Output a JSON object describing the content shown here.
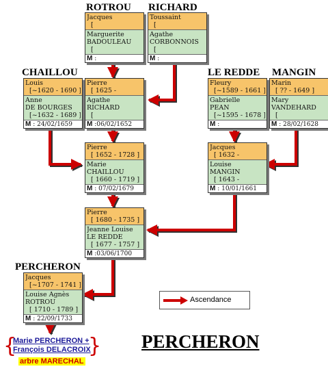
{
  "families": {
    "rotrou": "ROTROU",
    "richard": "RICHARD",
    "chaillou": "CHAILLOU",
    "le_redde": "LE REDDE",
    "mangin": "MANGIN",
    "percheron": "PERCHERON"
  },
  "couples": {
    "rotrou": {
      "h1": "Jacques",
      "h2": "[",
      "w1": "Marguerite",
      "w2": "BADOULEAU",
      "w3": "[",
      "m": "M",
      "md": " :"
    },
    "richard": {
      "h1": "Toussaint",
      "h2": "[",
      "w1": "Agathe",
      "w2": "CORBONNOIS",
      "w3": "[",
      "m": "M",
      "md": " :"
    },
    "chaillou": {
      "h1": "Louis",
      "h2": "[~1620 - 1690 ]",
      "w1": "Anne",
      "w2": "DE BOURGES",
      "w3": "[~1632 - 1689 ]",
      "m": "M",
      "md": " : 24/02/1659"
    },
    "pierre_richard": {
      "h1": "Pierre",
      "h2": "[ 1625 -",
      "w1": "Agathe",
      "w2": "RICHARD",
      "w3": "[",
      "m": "M",
      "md": " :06/02/1652"
    },
    "le_redde": {
      "h1": "Fleury",
      "h2": "[~1589 - 1661 ]",
      "w1": "Gabrielle",
      "w2": "PEAN",
      "w3": "[~1595 - 1678 ]",
      "m": "M",
      "md": " :"
    },
    "mangin": {
      "h1": "Marin",
      "h2": "[ ?? - 1649 ]",
      "w1": "Mary",
      "w2": "VANDEHARD",
      "w3": "[",
      "m": "M",
      "md": " : 28/02/1628"
    },
    "pierre_chaillou": {
      "h1": "Pierre",
      "h2": "[ 1652 - 1728 ]",
      "w1": "Marie",
      "w2": "CHAILLOU",
      "w3": "[ 1660 - 1719 ]",
      "m": "M",
      "md": " : 07/02/1679"
    },
    "jacques_mangin": {
      "h1": "Jacques",
      "h2": "[ 1632 -",
      "w1": "Louise",
      "w2": "MANGIN",
      "w3": "[ 1643 -",
      "m": "M",
      "md": " : 10/01/1661"
    },
    "pierre_le_redde": {
      "h1": "Pierre",
      "h2": "[ 1680 - 1735 ]",
      "w1": "Jeanne Louise",
      "w2": "LE REDDE",
      "w3": "[ 1677 - 1757 ]",
      "m": "M",
      "md": " :03/06/1700"
    },
    "jacques_rotrou": {
      "h1": "Jacques",
      "h2": "[~1707 - 1741 ]",
      "w1": "Louise Agnès",
      "w2": "ROTROU",
      "w3": "[ 1710 - 1789 ]",
      "m": "M",
      "md": " : 22/09/1733"
    }
  },
  "legend": {
    "label": "Ascendance"
  },
  "title": "PERCHERON",
  "descendants": {
    "line1": "Marie PERCHERON +",
    "line2": "François DELACROIX",
    "tree_link": "arbre MARECHAL"
  },
  "colors": {
    "husband": "#f7c46a",
    "wife": "#c8e4c3",
    "arrow": "#cc0000",
    "link_text": "#1d1b9a",
    "highlight": "#ffff00"
  }
}
